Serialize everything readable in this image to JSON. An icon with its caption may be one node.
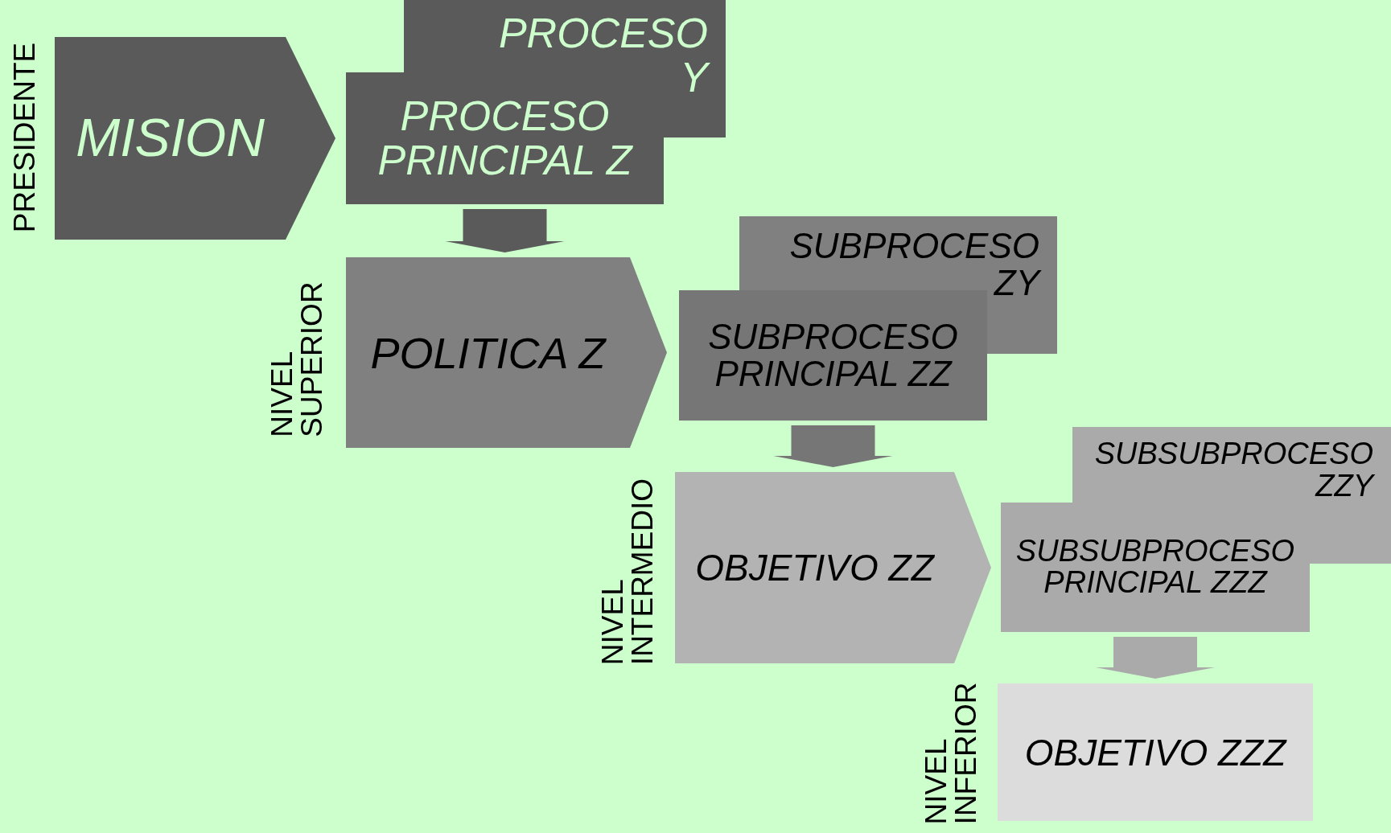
{
  "diagram": {
    "nodes": [
      {
        "text": [
          "MISION"
        ],
        "beside": [
          "PRESIDENTE"
        ]
      },
      {
        "text": [
          "PROCESO Y"
        ]
      },
      {
        "text": [
          "PROCESO PRINCIPAL Z"
        ]
      },
      {
        "text": [
          "POLITICA Z"
        ],
        "beside": [
          "NIVEL SUPERIOR"
        ]
      },
      {
        "text": [
          "SUBPROCESO ZY"
        ]
      },
      {
        "text": [
          "SUBPROCESO PRINCIPAL ZZ"
        ]
      },
      {
        "text": [
          "OBJETIVO ZZ"
        ],
        "beside": [
          "NIVEL INTERMEDIO"
        ]
      },
      {
        "text": [
          "SUBSUBPROCESO ZZY"
        ]
      },
      {
        "text": [
          "SUBSUBPROCESO PRINCIPAL ZZZ"
        ]
      },
      {
        "text": [
          "OBJETIVO ZZZ"
        ],
        "beside": [
          "NIVEL INFERIOR"
        ]
      }
    ],
    "edges": [
      {
        "from": 2,
        "to": 3,
        "arrow": "to",
        "style": "thick",
        "color": "#5a5a5a"
      },
      {
        "from": 5,
        "to": 6,
        "arrow": "to",
        "style": "thick",
        "color": "#767676"
      },
      {
        "from": 8,
        "to": 9,
        "arrow": "to",
        "style": "thick",
        "color": "#aaaaaa"
      }
    ]
  }
}
